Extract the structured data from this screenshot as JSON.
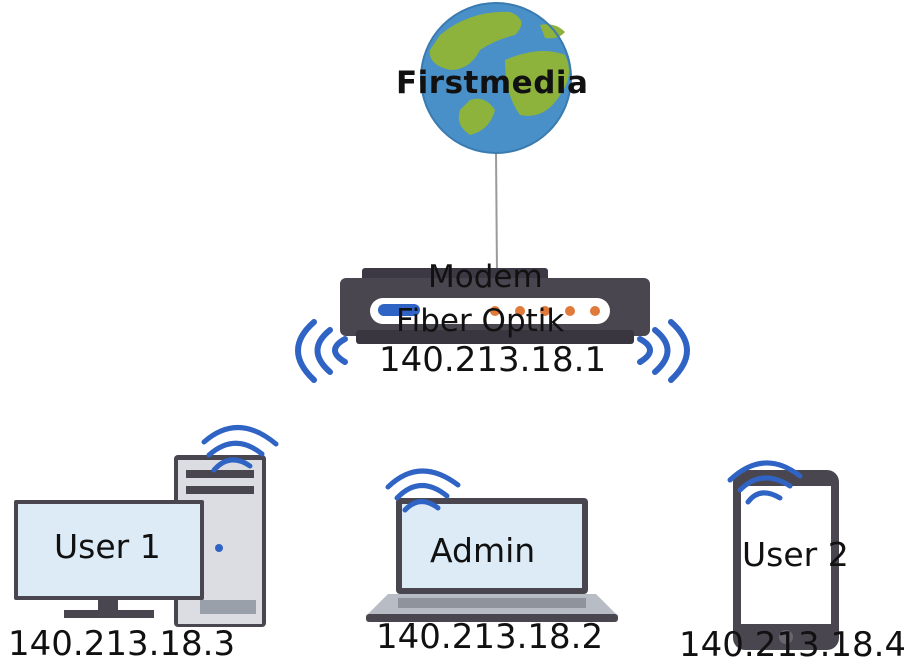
{
  "internet": {
    "label": "Firstmedia"
  },
  "modem": {
    "line1": "Modem",
    "line2": "Fiber Optik",
    "ip": "140.213.18.1"
  },
  "devices": [
    {
      "name": "User 1",
      "ip": "140.213.18.3"
    },
    {
      "name": "Admin",
      "ip": "140.213.18.2"
    },
    {
      "name": "User 2",
      "ip": "140.213.18.4"
    }
  ],
  "colors": {
    "ocean": "#4a90c8",
    "land": "#8db33c",
    "device_body": "#4a4650",
    "screen": "#dcebf6",
    "wifi": "#2f63c4",
    "led": "#e07a3a"
  }
}
